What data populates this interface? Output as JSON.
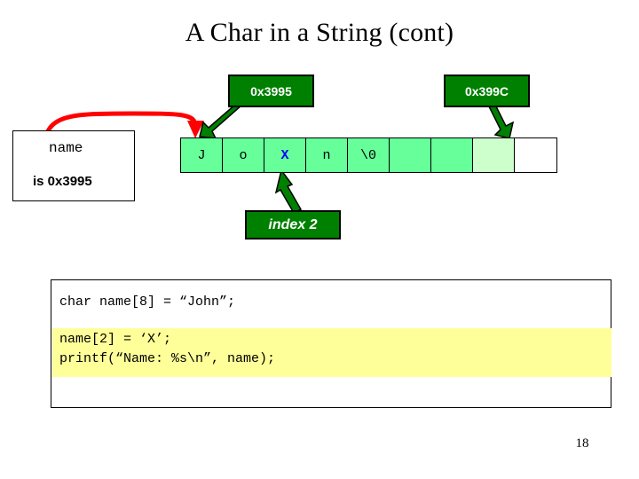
{
  "slide": {
    "title": "A Char in a String (cont)",
    "page_number": "18"
  },
  "callouts": {
    "start_address": "0x3995",
    "end_address": "0x399C",
    "index_label": "index 2"
  },
  "name_box": {
    "identifier": "name",
    "value_text": "is 0x3995"
  },
  "array": {
    "cells": [
      {
        "text": "J",
        "style": "filled"
      },
      {
        "text": "o",
        "style": "filled"
      },
      {
        "text": "X",
        "style": "filled-x"
      },
      {
        "text": "n",
        "style": "filled"
      },
      {
        "text": "\\0",
        "style": "filled"
      },
      {
        "text": "",
        "style": "filled"
      },
      {
        "text": "",
        "style": "filled"
      },
      {
        "text": "",
        "style": "pale"
      },
      {
        "text": "",
        "style": "white"
      }
    ]
  },
  "code": {
    "line1": "char name[8] = “John”;",
    "line2": "name[2] = ‘X’;",
    "line3": "printf(“Name: %s\\n”, name);"
  },
  "colors": {
    "callout_green": "#008000",
    "cell_green": "#66ff99",
    "cell_pale_green": "#ccffcc",
    "highlight_yellow": "#ffff99",
    "arrow_red": "#ff0000",
    "char_blue": "#0000ff"
  }
}
